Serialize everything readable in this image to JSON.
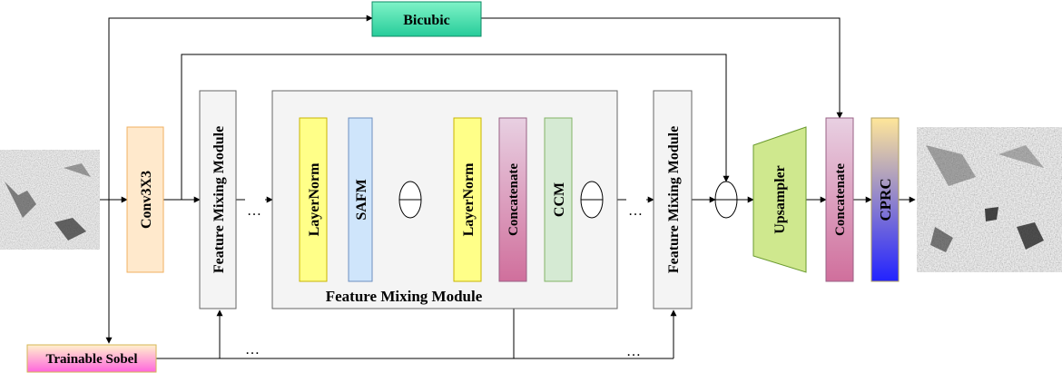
{
  "blocks": {
    "bicubic": "Bicubic",
    "conv": "Conv3X3",
    "fmm_left": "Feature Mixing Module",
    "layernorm1": "LayerNorm",
    "safm": "SAFM",
    "layernorm2": "LayerNorm",
    "concatenate_inner": "Concatenate",
    "ccm": "CCM",
    "fmm_inner_label": "Feature Mixing Module",
    "fmm_right": "Feature Mixing Module",
    "upsampler": "Upsampler",
    "concatenate_outer": "Concatenate",
    "cprc": "CPRC",
    "trainable_sobel": "Trainable Sobel"
  },
  "ellipses": {
    "main_left": "…",
    "main_right": "…",
    "bottom_left": "…",
    "bottom_right": "…"
  },
  "colors": {
    "bicubic_top": "#7ff3c7",
    "bicubic_bottom": "#27cc9a",
    "conv_fill": "#ffe9cc",
    "conv_stroke": "#f0b060",
    "fmm_fill": "#f4f4f4",
    "fmm_stroke": "#666666",
    "layernorm_fill": "#ffff88",
    "layernorm_stroke": "#c8b400",
    "safm_fill": "#cfe5fb",
    "safm_stroke": "#6c8ebf",
    "concat_top": "#e8d0e2",
    "concat_bottom": "#d06f9c",
    "concat_stroke": "#996185",
    "ccm_fill": "#d5ead3",
    "ccm_stroke": "#82b366",
    "upsampler_fill": "#cfe88e",
    "upsampler_stroke": "#6a9a2e",
    "cprc_top": "#ffe699",
    "cprc_bottom": "#2222ff",
    "sobel_top": "#fff2cc",
    "sobel_bottom": "#ff66dd",
    "sobel_stroke": "#d6b656"
  },
  "images": {
    "input": "low-resolution-texture-image",
    "output": "high-resolution-texture-image"
  }
}
